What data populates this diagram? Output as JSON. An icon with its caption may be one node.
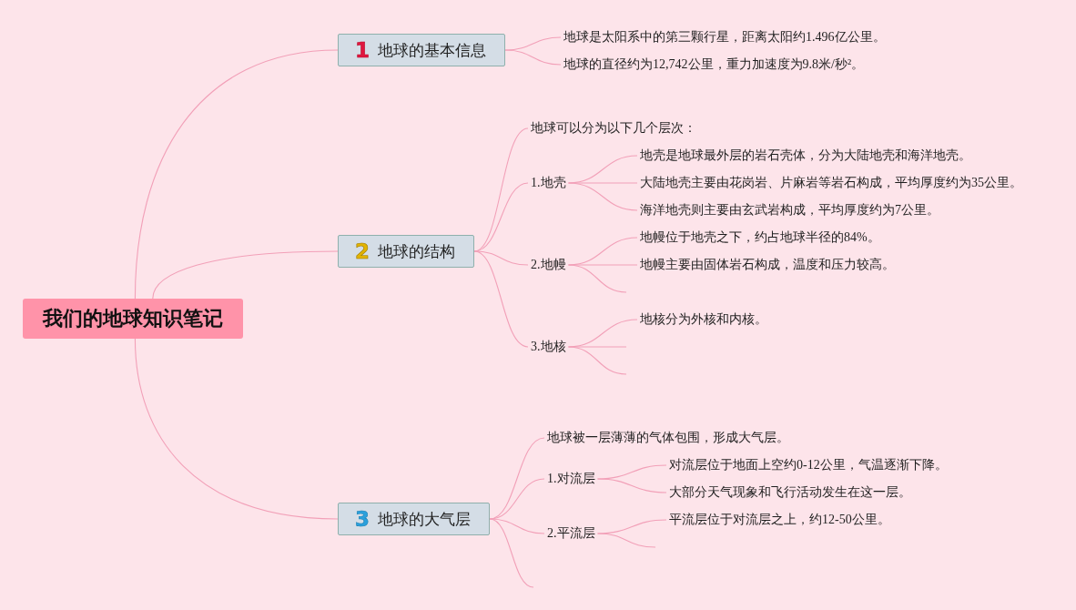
{
  "diagram": {
    "nodes": [
      {
        "text": [
          "我们的地球知识笔记"
        ]
      },
      {
        "text": [
          "1",
          "地球的基本信息"
        ]
      },
      {
        "text": [
          "地球是太阳系中的第三颗行星，距离太阳约1.496亿公里。"
        ]
      },
      {
        "text": [
          "地球的直径约为12,742公里，重力加速度为9.8米/秒²。"
        ]
      },
      {
        "text": [
          "2",
          "地球的结构"
        ]
      },
      {
        "text": [
          "地球可以分为以下几个层次："
        ]
      },
      {
        "text": [
          "1.地壳"
        ]
      },
      {
        "text": [
          "地壳是地球最外层的岩石壳体，分为大陆地壳和海洋地壳。"
        ]
      },
      {
        "text": [
          "大陆地壳主要由花岗岩、片麻岩等岩石构成，平均厚度约为35公里。"
        ]
      },
      {
        "text": [
          "海洋地壳则主要由玄武岩构成，平均厚度约为7公里。"
        ]
      },
      {
        "text": [
          "2.地幔"
        ]
      },
      {
        "text": [
          "地幔位于地壳之下，约占地球半径的84%。"
        ]
      },
      {
        "text": [
          "地幔主要由固体岩石构成，温度和压力较高。"
        ]
      },
      {
        "text": [
          "3.地核"
        ]
      },
      {
        "text": [
          "地核分为外核和内核。"
        ]
      },
      {
        "text": [
          "3",
          "地球的大气层"
        ]
      },
      {
        "text": [
          "地球被一层薄薄的气体包围，形成大气层。"
        ]
      },
      {
        "text": [
          "1.对流层"
        ]
      },
      {
        "text": [
          "对流层位于地面上空约0-12公里，气温逐渐下降。"
        ]
      },
      {
        "text": [
          "大部分天气现象和飞行活动发生在这一层。"
        ]
      },
      {
        "text": [
          "2.平流层"
        ]
      },
      {
        "text": [
          "平流层位于对流层之上，约12-50公里。"
        ]
      }
    ],
    "edges": [
      {
        "from": 0,
        "to": 1,
        "arrow": "none"
      },
      {
        "from": 0,
        "to": 4,
        "arrow": "none"
      },
      {
        "from": 0,
        "to": 15,
        "arrow": "none"
      },
      {
        "from": 1,
        "to": 2,
        "arrow": "none"
      },
      {
        "from": 1,
        "to": 3,
        "arrow": "none"
      },
      {
        "from": 4,
        "to": 5,
        "arrow": "none"
      },
      {
        "from": 4,
        "to": 6,
        "arrow": "none"
      },
      {
        "from": 4,
        "to": 10,
        "arrow": "none"
      },
      {
        "from": 4,
        "to": 13,
        "arrow": "none"
      },
      {
        "from": 6,
        "to": 7,
        "arrow": "none"
      },
      {
        "from": 6,
        "to": 8,
        "arrow": "none"
      },
      {
        "from": 6,
        "to": 9,
        "arrow": "none"
      },
      {
        "from": 10,
        "to": 11,
        "arrow": "none"
      },
      {
        "from": 10,
        "to": 12,
        "arrow": "none"
      },
      {
        "from": 10,
        "to": null,
        "arrow": "none"
      },
      {
        "from": 13,
        "to": 14,
        "arrow": "none"
      },
      {
        "from": 13,
        "to": null,
        "arrow": "none"
      },
      {
        "from": 13,
        "to": null,
        "arrow": "none"
      },
      {
        "from": 15,
        "to": 16,
        "arrow": "none"
      },
      {
        "from": 15,
        "to": 17,
        "arrow": "none"
      },
      {
        "from": 15,
        "to": 20,
        "arrow": "none"
      },
      {
        "from": 15,
        "to": null,
        "arrow": "none"
      },
      {
        "from": 17,
        "to": 18,
        "arrow": "none"
      },
      {
        "from": 17,
        "to": 19,
        "arrow": "none"
      },
      {
        "from": 20,
        "to": 21,
        "arrow": "none"
      },
      {
        "from": 20,
        "to": null,
        "arrow": "none"
      }
    ]
  }
}
